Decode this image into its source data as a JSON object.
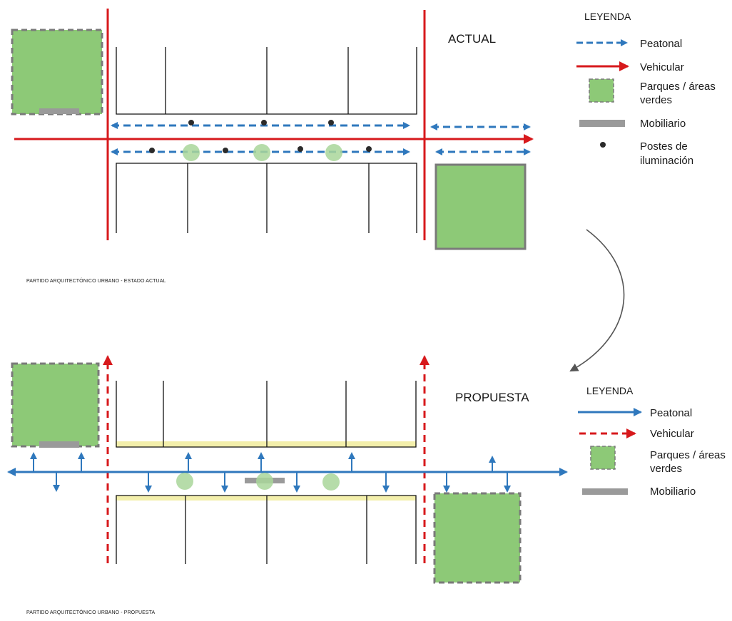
{
  "actual": {
    "title": "ACTUAL",
    "caption": "PARTIDO ARQUITECTÓNICO URBANO - ESTADO ACTUAL",
    "legend": {
      "title": "LEYENDA",
      "peatonal": "Peatonal",
      "vehicular": "Vehicular",
      "parques_line1": "Parques / áreas",
      "parques_line2": "verdes",
      "mobiliario": "Mobiliario",
      "postes_line1": "Postes de",
      "postes_line2": "iluminación"
    }
  },
  "propuesta": {
    "title": "PROPUESTA",
    "caption": "PARTIDO ARQUITECTÓNICO URBANO - PROPUESTA",
    "legend": {
      "title": "LEYENDA",
      "peatonal": "Peatonal",
      "vehicular": "Vehicular",
      "parques_line1": "Parques / áreas",
      "parques_line2": "verdes",
      "mobiliario": "Mobiliario"
    }
  },
  "colors": {
    "pedestrian": "#2f78bd",
    "vehicular": "#d7191c",
    "park_fill": "#8dc977",
    "park_border": "#7a7a7a",
    "furniture": "#9a9a9a",
    "tree_fill": "#a9d69a",
    "facade_highlight": "#f3efab",
    "post": "#2b2b2b"
  }
}
